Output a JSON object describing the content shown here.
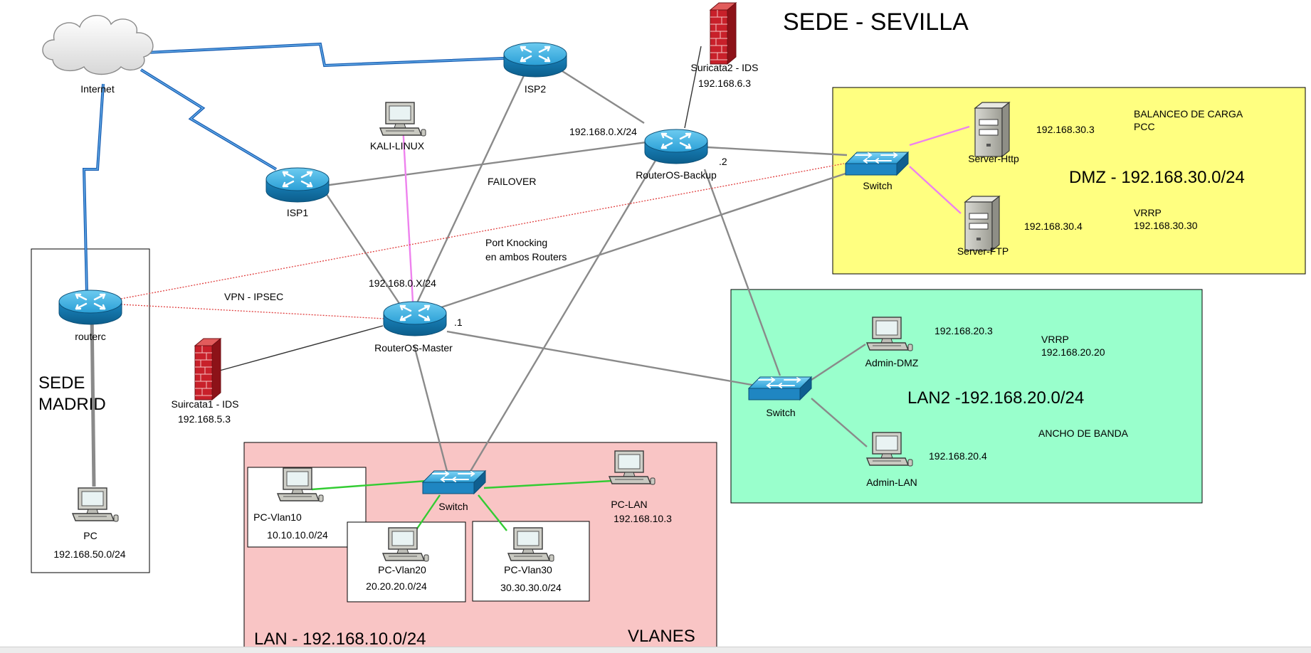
{
  "title": "SEDE - SEVILLA",
  "zones": {
    "dmz": {
      "title": "DMZ - 192.168.30.0/24",
      "color": "#ffff80"
    },
    "lan2": {
      "title": "LAN2 -192.168.20.0/24",
      "color": "#99ffcc"
    },
    "lan": {
      "title": "LAN - 192.168.10.0/24",
      "vlans": "VLANES",
      "color": "#f9c5c5"
    },
    "madrid": {
      "title_line1": "SEDE",
      "title_line2": "MADRID"
    }
  },
  "nodes": {
    "internet": {
      "label": "Internet"
    },
    "isp1": {
      "label": "ISP1"
    },
    "isp2": {
      "label": "ISP2"
    },
    "kali": {
      "label": "KALI-LINUX"
    },
    "suricata2": {
      "label": "Suricata2 - IDS",
      "ip": "192.168.6.3"
    },
    "router_backup": {
      "label": "RouterOS-Backup",
      "suffix": ".2"
    },
    "router_master": {
      "label": "RouterOS-Master",
      "suffix": ".1"
    },
    "routerc": {
      "label": "routerc"
    },
    "suricata1": {
      "label": "Suircata1 - IDS",
      "ip": "192.168.5.3"
    },
    "switch_dmz": {
      "label": "Switch"
    },
    "switch_lan2": {
      "label": "Switch"
    },
    "switch_lan": {
      "label": "Switch"
    },
    "server_http": {
      "label": "Server-Http",
      "ip": "192.168.30.3"
    },
    "server_ftp": {
      "label": "Server-FTP",
      "ip": "192.168.30.4"
    },
    "admin_dmz": {
      "label": "Admin-DMZ",
      "ip": "192.168.20.3"
    },
    "admin_lan": {
      "label": "Admin-LAN",
      "ip": "192.168.20.4"
    },
    "pc_madrid": {
      "label": "PC",
      "ip": "192.168.50.0/24"
    },
    "pc_vlan10": {
      "label": "PC-Vlan10",
      "ip": "10.10.10.0/24"
    },
    "pc_vlan20": {
      "label": "PC-Vlan20",
      "ip": "20.20.20.0/24"
    },
    "pc_vlan30": {
      "label": "PC-Vlan30",
      "ip": "30.30.30.0/24"
    },
    "pc_lan": {
      "label": "PC-LAN",
      "ip": "192.168.10.3"
    }
  },
  "annotations": {
    "net_backup": "192.168.0.X/24",
    "net_master": "192.168.0.X/24",
    "failover": "FAILOVER",
    "port_knocking_1": "Port Knocking",
    "port_knocking_2": "en ambos Routers",
    "vpn": "VPN - IPSEC",
    "balanceo_1": "BALANCEO DE CARGA",
    "balanceo_2": "PCC",
    "vrrp_dmz_1": "VRRP",
    "vrrp_dmz_2": "192.168.30.30",
    "vrrp_lan2_1": "VRRP",
    "vrrp_lan2_2": "192.168.20.20",
    "ancho_banda": "ANCHO DE BANDA"
  },
  "colors": {
    "router_fill": "#1c8fc9",
    "router_top": "#3fb0e2",
    "switch_fill": "#2a9bd6",
    "firewall": "#c8202a",
    "wan_link": "#1a5fb4",
    "gray_link": "#8a8a8a",
    "pink_link": "#ee82ee",
    "green_link": "#33cc33",
    "vpn_link": "#e04040"
  }
}
